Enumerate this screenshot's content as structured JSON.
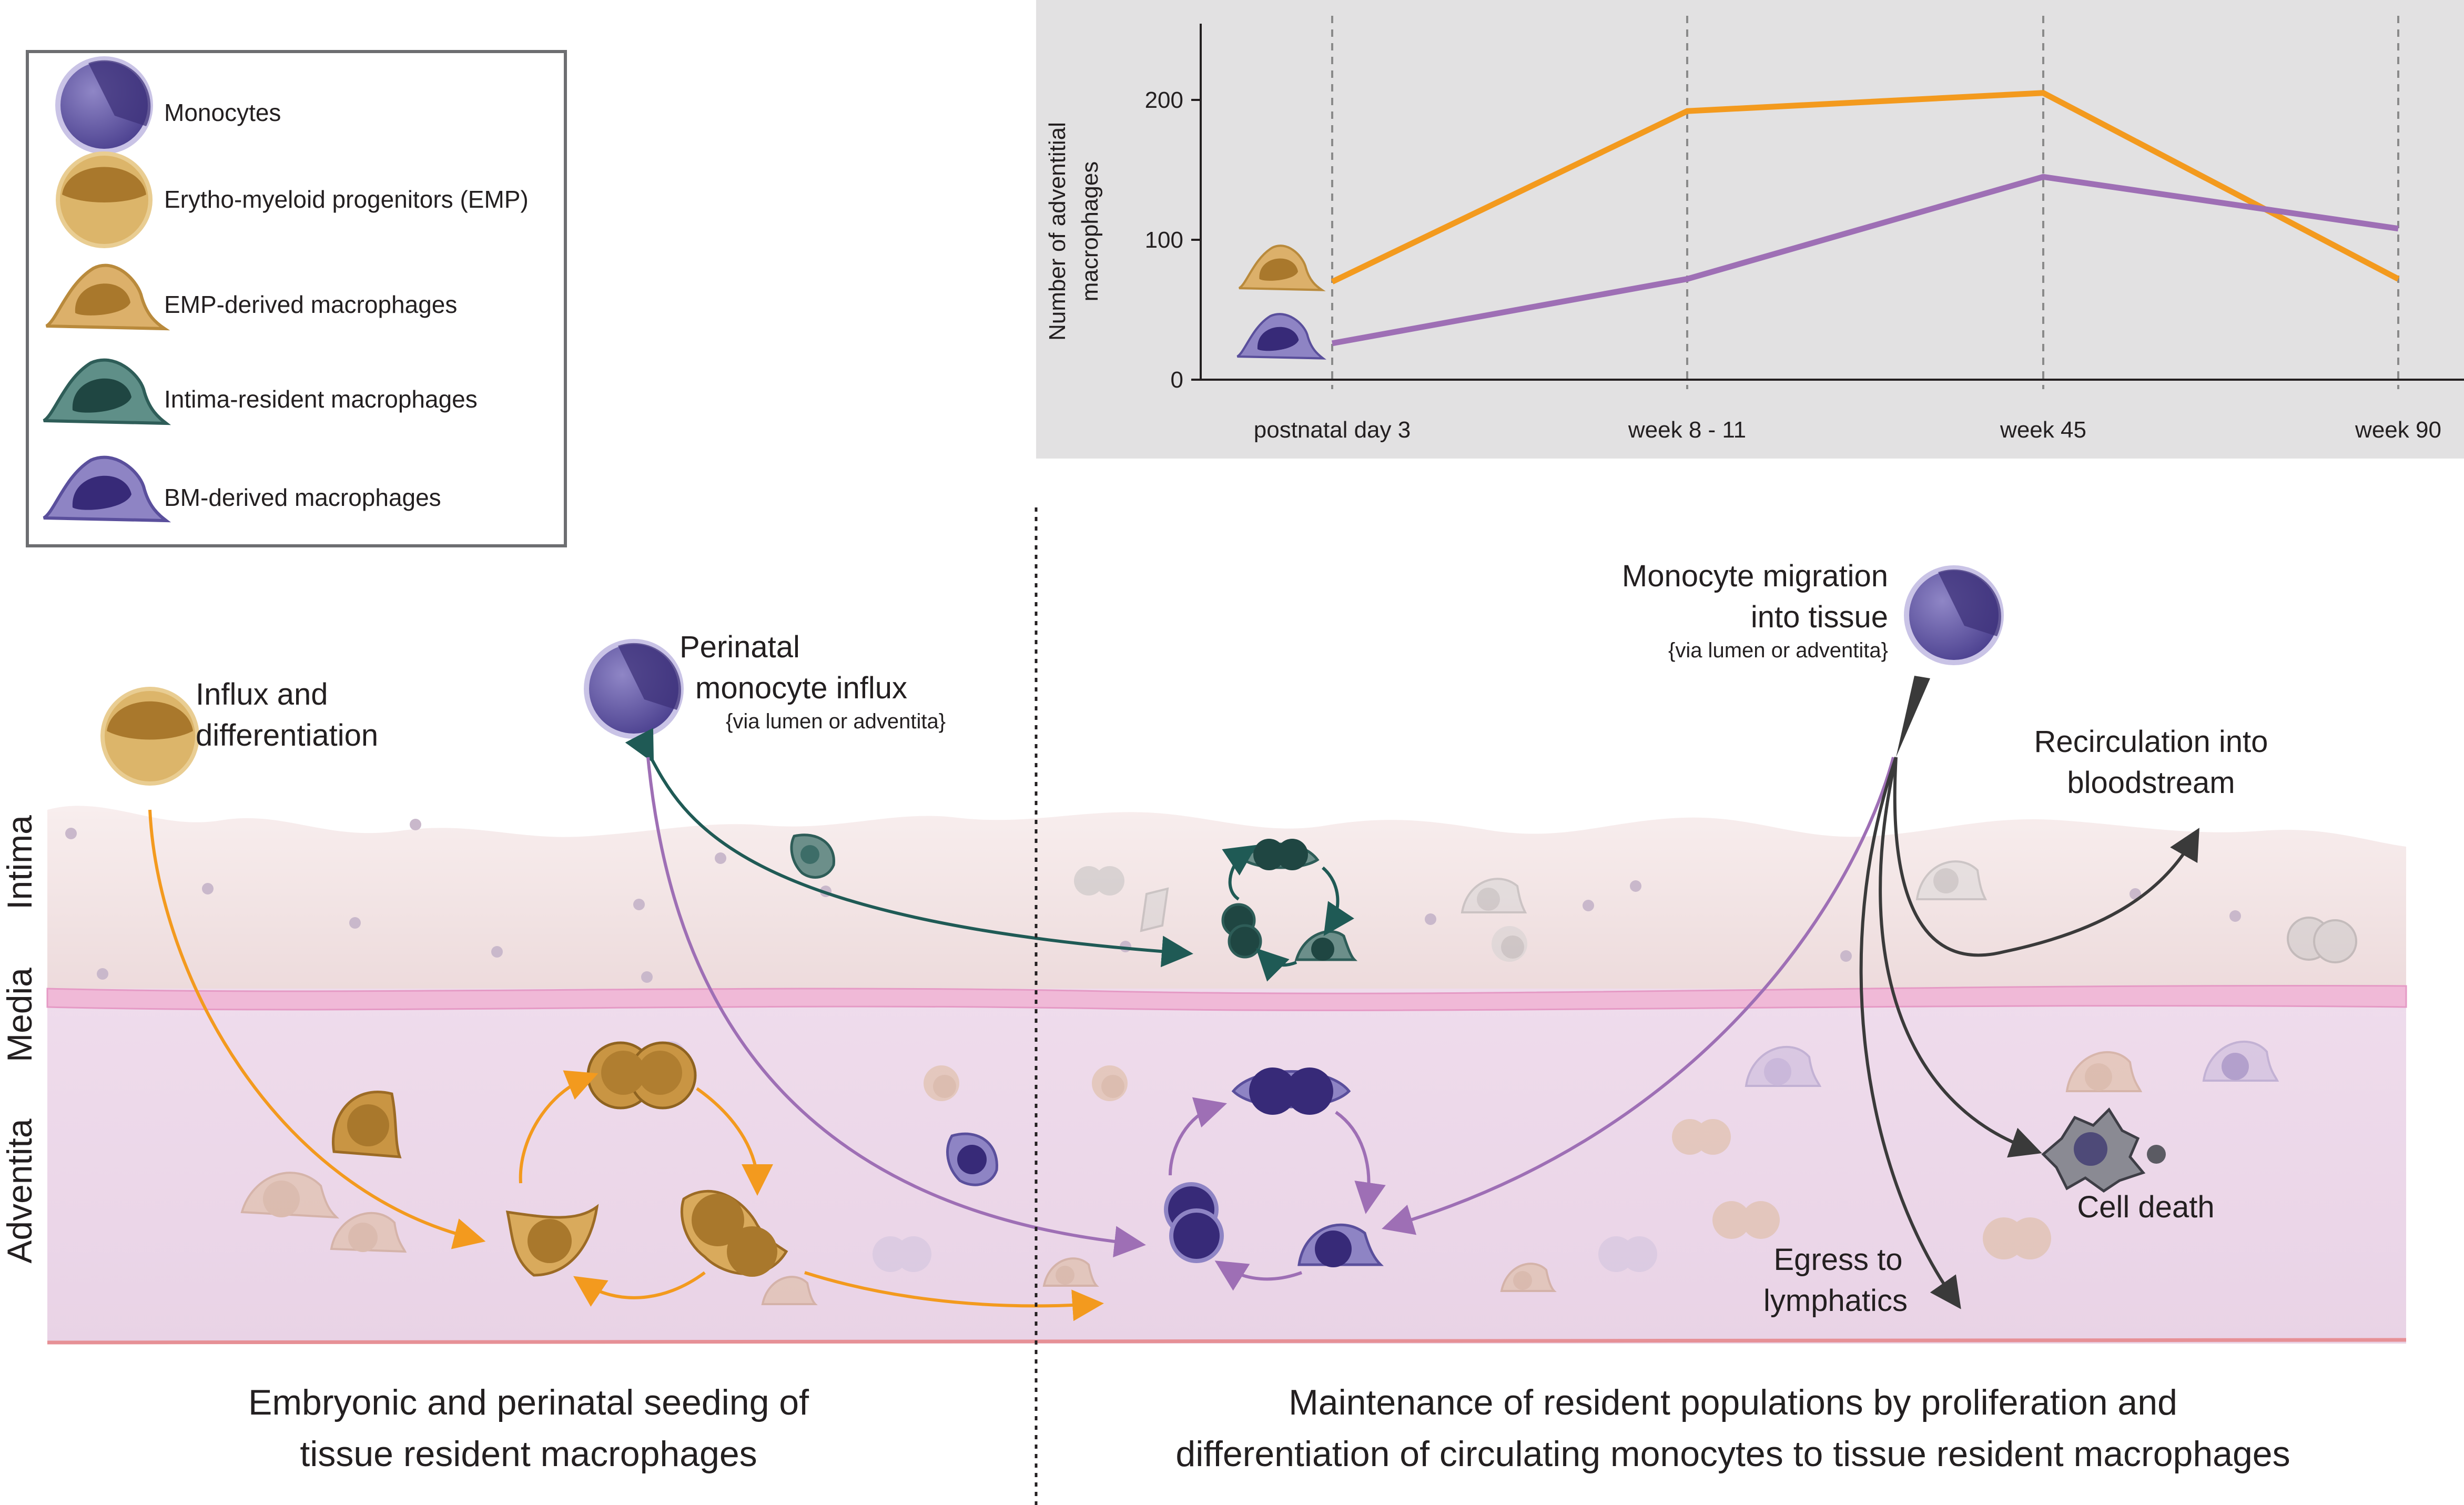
{
  "legend": {
    "items": [
      {
        "label": "Monocytes",
        "icon": "monocyte-icon"
      },
      {
        "label": "Erytho-myeloid progenitors (EMP)",
        "icon": "emp-icon"
      },
      {
        "label": "EMP-derived macrophages",
        "icon": "emp-macrophage-icon"
      },
      {
        "label": "Intima-resident macrophages",
        "icon": "intima-macrophage-icon"
      },
      {
        "label": "BM-derived macrophages",
        "icon": "bm-macrophage-icon"
      }
    ]
  },
  "chart_data": {
    "type": "line",
    "categories": [
      "postnatal day 3",
      "week 8 - 11",
      "week 45",
      "week 90"
    ],
    "ylabel_line1": "Number of adventitial",
    "ylabel_line2": "macrophages",
    "yticks": [
      "0",
      "100",
      "200"
    ],
    "ylim": [
      0,
      250
    ],
    "grid": "vertical dashed lines at each category",
    "series": [
      {
        "cell": "EMP-derived macrophages",
        "color": "#f39a1e",
        "values": [
          70,
          192,
          205,
          72
        ]
      },
      {
        "cell": "BM-derived macrophages",
        "color": "#9e6fb5",
        "values": [
          26,
          72,
          145,
          108
        ]
      }
    ]
  },
  "tissue": {
    "layers": [
      "Intima",
      "Media",
      "Adventita"
    ]
  },
  "left": {
    "influx_line1": "Influx and",
    "influx_line2": "differentiation",
    "perinatal_line1": "Perinatal",
    "perinatal_line2": "monocyte influx",
    "perinatal_note": "{via lumen or adventita}",
    "caption_line1": "Embryonic and perinatal seeding of",
    "caption_line2": "tissue resident macrophages"
  },
  "right": {
    "migration_line1": "Monocyte migration",
    "migration_line2": "into tissue",
    "migration_note": "{via lumen or adventita}",
    "recirc_line1": "Recirculation into",
    "recirc_line2": "bloodstream",
    "death": "Cell death",
    "egress_line1": "Egress to",
    "egress_line2": "lymphatics",
    "caption_line1": "Maintenance of resident populations by proliferation and",
    "caption_line2": "differentiation of circulating monocytes to tissue resident macrophages"
  },
  "colors": {
    "emp_orange": "#f39a1e",
    "monocyte_purple": "#9e6fb5",
    "intima_teal": "#1f5a55",
    "dark_arrow": "#3a3a3a",
    "chart_bg": "#e2e1e2"
  }
}
